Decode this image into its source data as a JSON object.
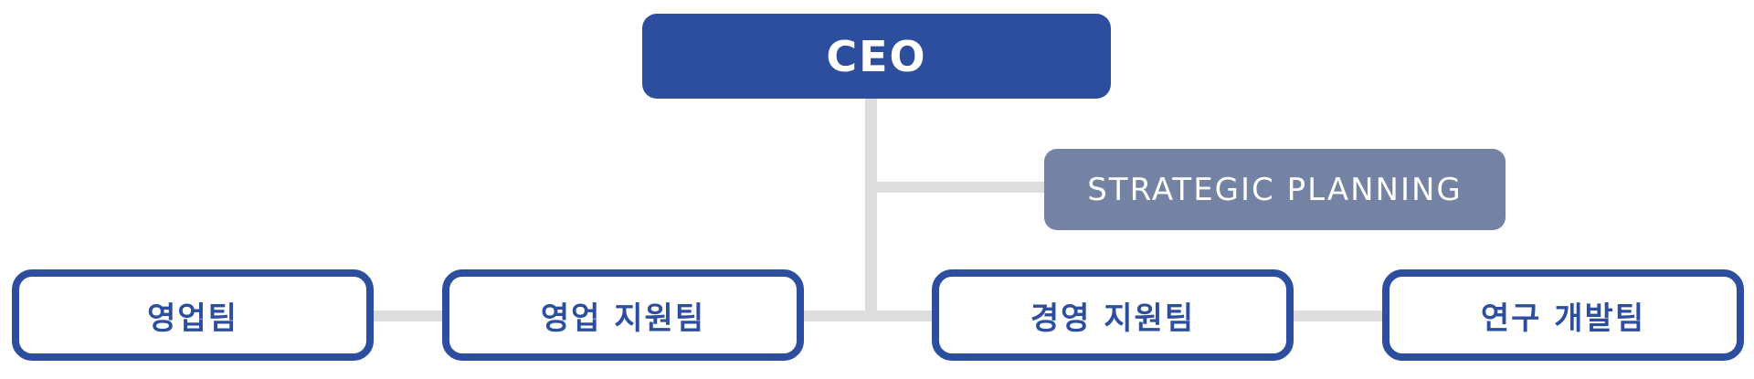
{
  "chart": {
    "root": {
      "label": "CEO"
    },
    "staff": {
      "label": "STRATEGIC PLANNING"
    },
    "teams": [
      {
        "label": "영업팀"
      },
      {
        "label": "영업 지원팀"
      },
      {
        "label": "경영 지원팀"
      },
      {
        "label": "연구 개발팀"
      }
    ]
  },
  "colors": {
    "primary": "#2d4e9e",
    "staff": "#7482a3",
    "connector": "#dddddd",
    "background": "#ffffff"
  }
}
